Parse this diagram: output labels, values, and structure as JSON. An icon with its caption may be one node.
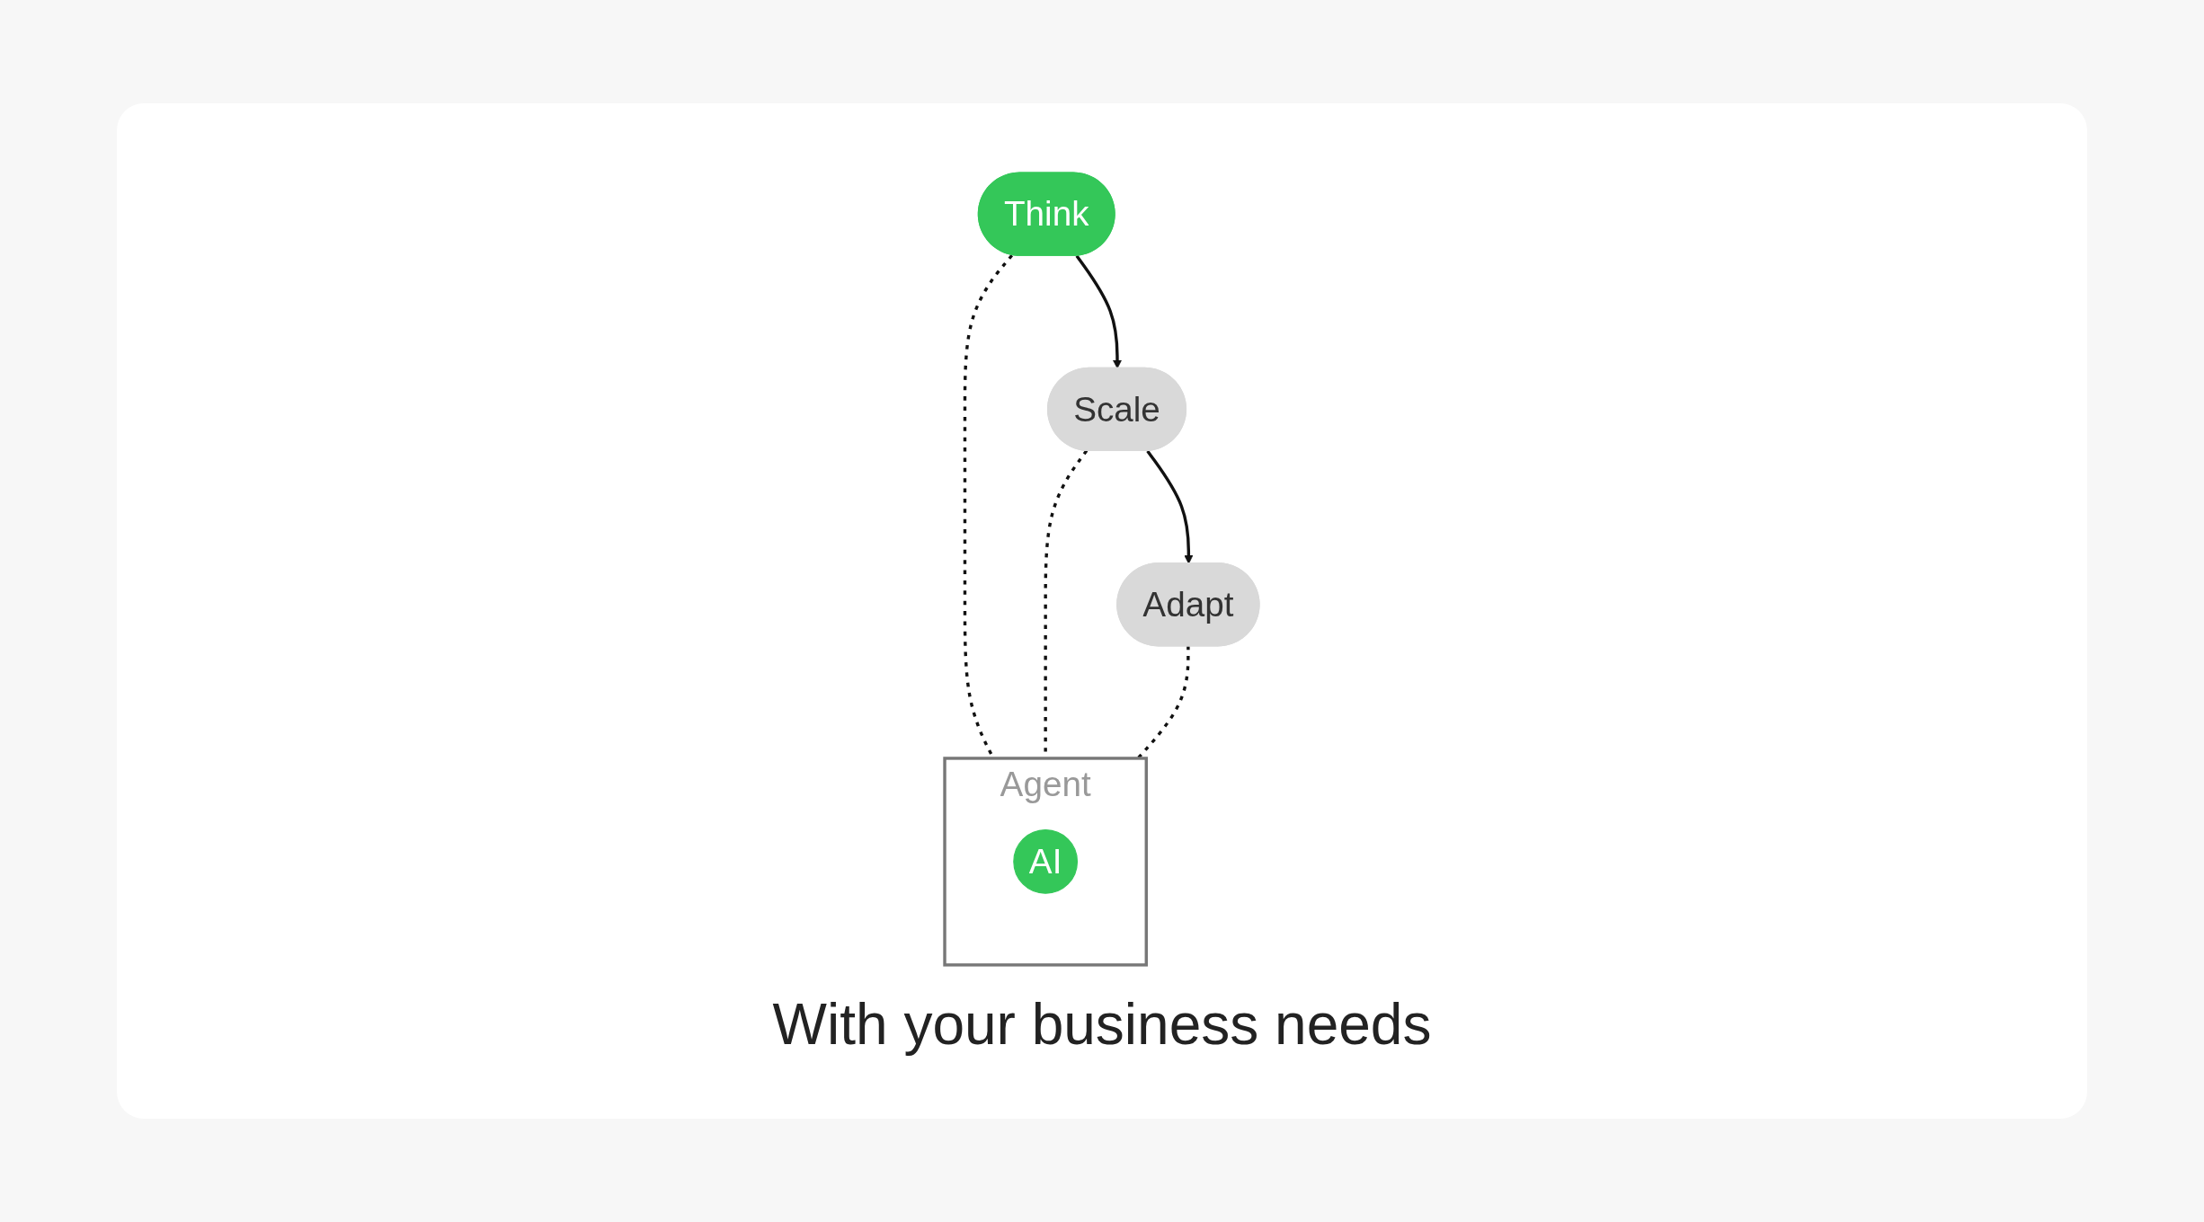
{
  "diagram": {
    "caption": "With your business needs",
    "nodes": [
      {
        "text": [
          "Think"
        ]
      },
      {
        "text": [
          "Scale"
        ]
      },
      {
        "text": [
          "Adapt"
        ]
      },
      {
        "text": [
          "Agent"
        ]
      },
      {
        "text": [
          "AI"
        ],
        "in": 3
      }
    ],
    "edges": [
      {
        "from": 0,
        "to": 1,
        "arrow": "to"
      },
      {
        "from": 1,
        "to": 2,
        "arrow": "to"
      },
      {
        "from": 0,
        "to": 3,
        "arrow": "none",
        "style": "dashed"
      },
      {
        "from": 1,
        "to": 3,
        "arrow": "none",
        "style": "dashed"
      },
      {
        "from": 2,
        "to": 3,
        "arrow": "none",
        "style": "dashed"
      }
    ]
  }
}
